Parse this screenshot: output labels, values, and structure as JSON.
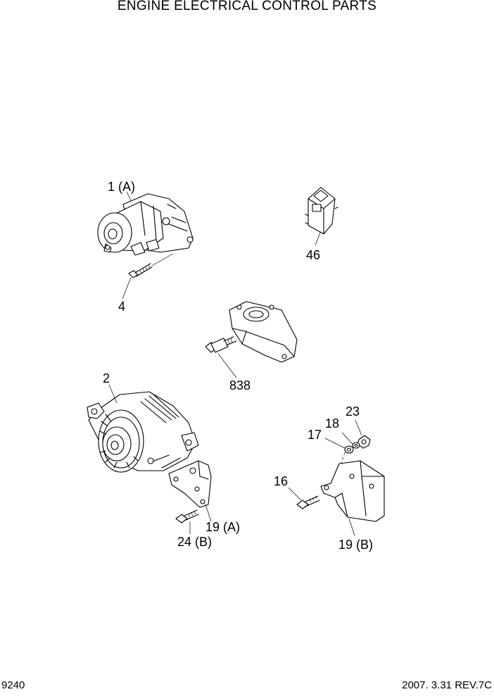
{
  "title": "ENGINE ELECTRICAL CONTROL PARTS",
  "footer": {
    "page_number": "9240",
    "revision": "2007. 3.31 REV.7C"
  },
  "parts": [
    {
      "key": "starter",
      "label": "1 (A)",
      "icon": "starter-motor-icon"
    },
    {
      "key": "starter_bolt",
      "label": "4",
      "icon": "bolt-icon"
    },
    {
      "key": "relay",
      "label": "46",
      "icon": "relay-icon"
    },
    {
      "key": "sensor",
      "label": "838",
      "icon": "sensor-icon"
    },
    {
      "key": "alternator",
      "label": "2",
      "icon": "alternator-icon"
    },
    {
      "key": "bracket_a",
      "label": "19 (A)",
      "icon": "bracket-icon"
    },
    {
      "key": "bolt_b",
      "label": "24 (B)",
      "icon": "bolt-icon"
    },
    {
      "key": "nut",
      "label": "23",
      "icon": "nut-icon"
    },
    {
      "key": "spring_washer",
      "label": "18",
      "icon": "washer-icon"
    },
    {
      "key": "washer",
      "label": "17",
      "icon": "washer-icon"
    },
    {
      "key": "bracket_bolt",
      "label": "16",
      "icon": "bolt-icon"
    },
    {
      "key": "bracket_b",
      "label": "19 (B)",
      "icon": "bracket-icon"
    }
  ]
}
